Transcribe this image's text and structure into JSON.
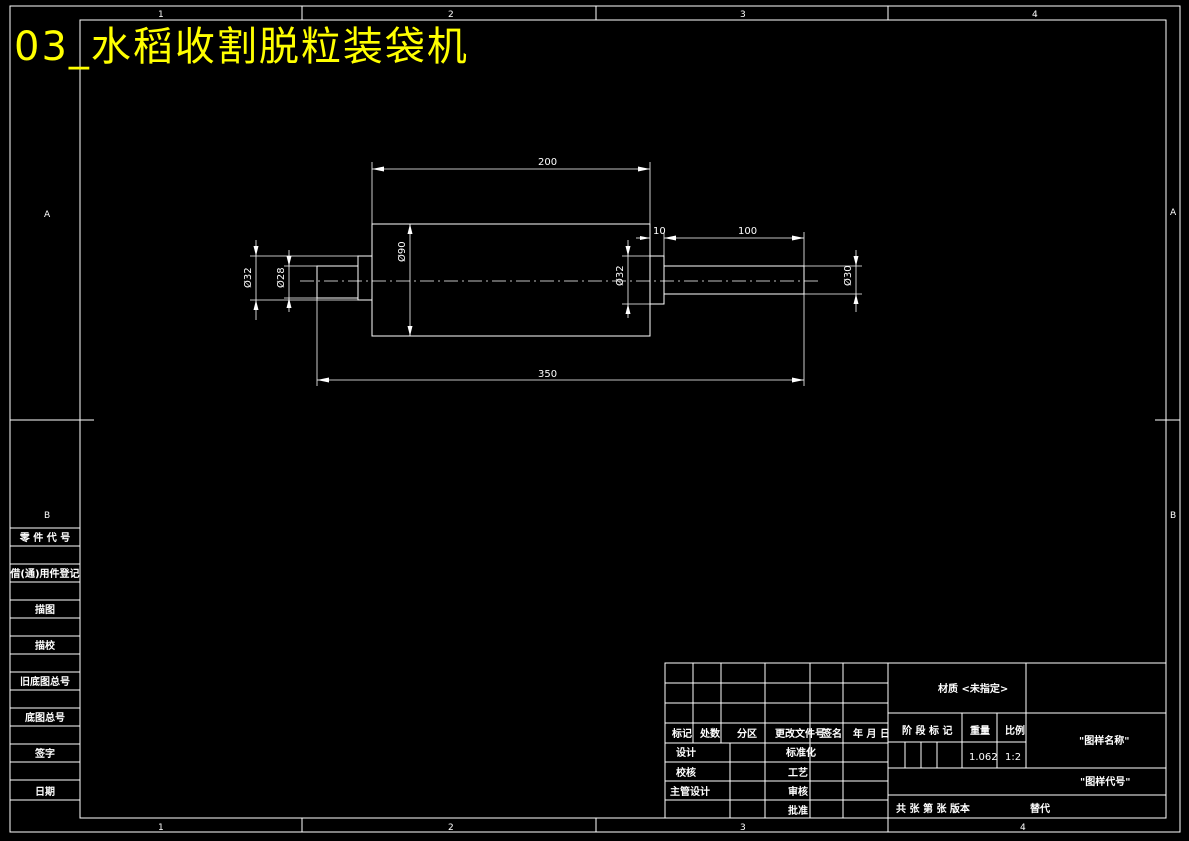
{
  "watermark": "03_水稻收割脱粒装袋机",
  "border": {
    "columns_top": [
      "1",
      "2",
      "3",
      "4"
    ],
    "columns_bottom": [
      "1",
      "2",
      "3",
      "4"
    ],
    "rows_left": [
      "A",
      "B"
    ],
    "rows_right": [
      "A",
      "B"
    ]
  },
  "left_strip": [
    "零 件 代 号",
    "借(通)用件登记",
    "描图",
    "描校",
    "旧底图总号",
    "底图总号",
    "签字",
    "日期"
  ],
  "dimensions": {
    "body_length": "200",
    "shoulder": "10",
    "shaft_length": "100",
    "total_length": "350",
    "left_outer_dia": "Ø32",
    "left_inner_dia": "Ø28",
    "body_dia": "Ø90",
    "right_shoulder_dia": "Ø32",
    "right_shaft_dia": "Ø30"
  },
  "title_block": {
    "rev_headers": [
      "标记",
      "处数",
      "分区",
      "更改文件号",
      "签名",
      "年 月 日"
    ],
    "sign_rows": [
      "设计",
      "校核",
      "主管设计"
    ],
    "approvals": [
      "标准化",
      "工艺",
      "审核",
      "批准"
    ],
    "material": "材质 <未指定>",
    "stage_headers": [
      "阶 段 标 记",
      "重量",
      "比例"
    ],
    "weight": "1.062",
    "scale": "1:2",
    "drawing_name": "\"图样名称\"",
    "drawing_code": "\"图样代号\"",
    "sheet_info": "共 张 第 张 版本",
    "replaces": "替代"
  }
}
